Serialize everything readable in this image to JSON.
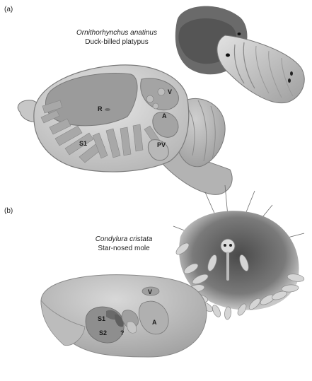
{
  "panel_a": {
    "label": "(a)",
    "scientific_name": "Ornithorhynchus anatinus",
    "common_name": "Duck-billed platypus",
    "regions": {
      "r": "R",
      "v": "V",
      "a": "A",
      "s1": "S1",
      "pv": "PV"
    }
  },
  "panel_b": {
    "label": "(b)",
    "scientific_name": "Condylura cristata",
    "common_name": "Star-nosed mole",
    "regions": {
      "v": "V",
      "a": "A",
      "s1": "S1",
      "s2": "S2",
      "unknown": "?"
    }
  },
  "colors": {
    "brain_light": "#d4d4d4",
    "brain_mid": "#a9a9a9",
    "brain_dark": "#8a8a8a",
    "outline": "#6e6e6e"
  }
}
